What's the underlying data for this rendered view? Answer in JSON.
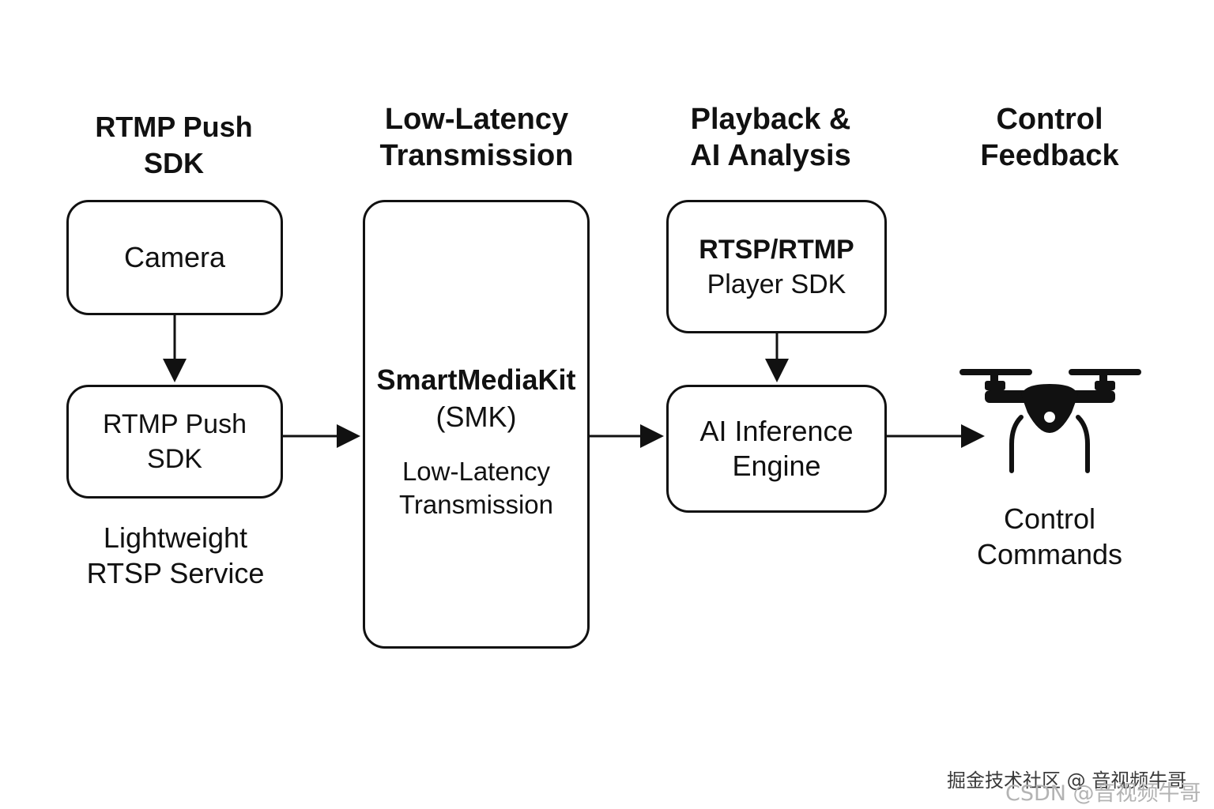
{
  "columns": {
    "push": {
      "heading_line1": "RTMP Push",
      "heading_line2": "SDK",
      "camera_label": "Camera",
      "push_box_line1": "RTMP Push",
      "push_box_line2": "SDK",
      "caption_line1": "Lightweight",
      "caption_line2": "RTSP Service"
    },
    "transmission": {
      "heading_line1": "Low-Latency",
      "heading_line2": "Transmission",
      "box_title_line1": "SmartMediaKit",
      "box_title_line2": "(SMK)",
      "box_sub_line1": "Low-Latency",
      "box_sub_line2": "Transmission"
    },
    "playback": {
      "heading_line1": "Playback &",
      "heading_line2": "AI Analysis",
      "player_line1": "RTSP/RTMP",
      "player_line2": "Player SDK",
      "engine_line1": "AI Inference",
      "engine_line2": "Engine"
    },
    "control": {
      "heading_line1": "Control",
      "heading_line2": "Feedback",
      "caption_line1": "Control",
      "caption_line2": "Commands",
      "icon": "drone-icon"
    }
  },
  "watermark": {
    "line1": "掘金技术社区 @ 音视频牛哥",
    "line2": "CSDN @音视频牛哥"
  },
  "colors": {
    "ink": "#111111",
    "background": "#ffffff",
    "watermark": "#9a9a9a"
  }
}
